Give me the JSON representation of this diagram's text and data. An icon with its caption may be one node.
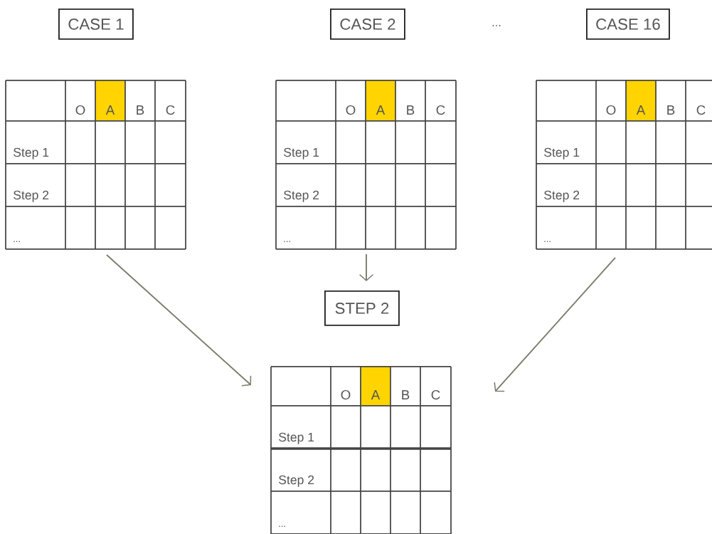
{
  "diagram": {
    "nodes": [
      {
        "text": [
          "CASE 1"
        ]
      },
      {
        "text": [
          "CASE 2"
        ]
      },
      {
        "text": [
          "CASE 16"
        ]
      },
      {
        "text": [
          "O",
          "A",
          "B",
          "C",
          "Step 1",
          "Step 2",
          "..."
        ]
      },
      {
        "text": [
          "O",
          "A",
          "B",
          "C",
          "Step 1",
          "Step 2",
          "..."
        ]
      },
      {
        "text": [
          "O",
          "A",
          "B",
          "C",
          "Step 1",
          "Step 2",
          "..."
        ]
      },
      {
        "text": [
          "STEP 2"
        ]
      },
      {
        "text": [
          "O",
          "A",
          "B",
          "C",
          "Step 1",
          "Step 2",
          "..."
        ]
      }
    ],
    "edges": [
      {
        "from": 3,
        "to": 7,
        "arrow": "to"
      },
      {
        "from": 4,
        "to": 6,
        "arrow": "to"
      },
      {
        "from": 5,
        "to": 7,
        "arrow": "to"
      }
    ],
    "labels": [
      "..."
    ]
  }
}
